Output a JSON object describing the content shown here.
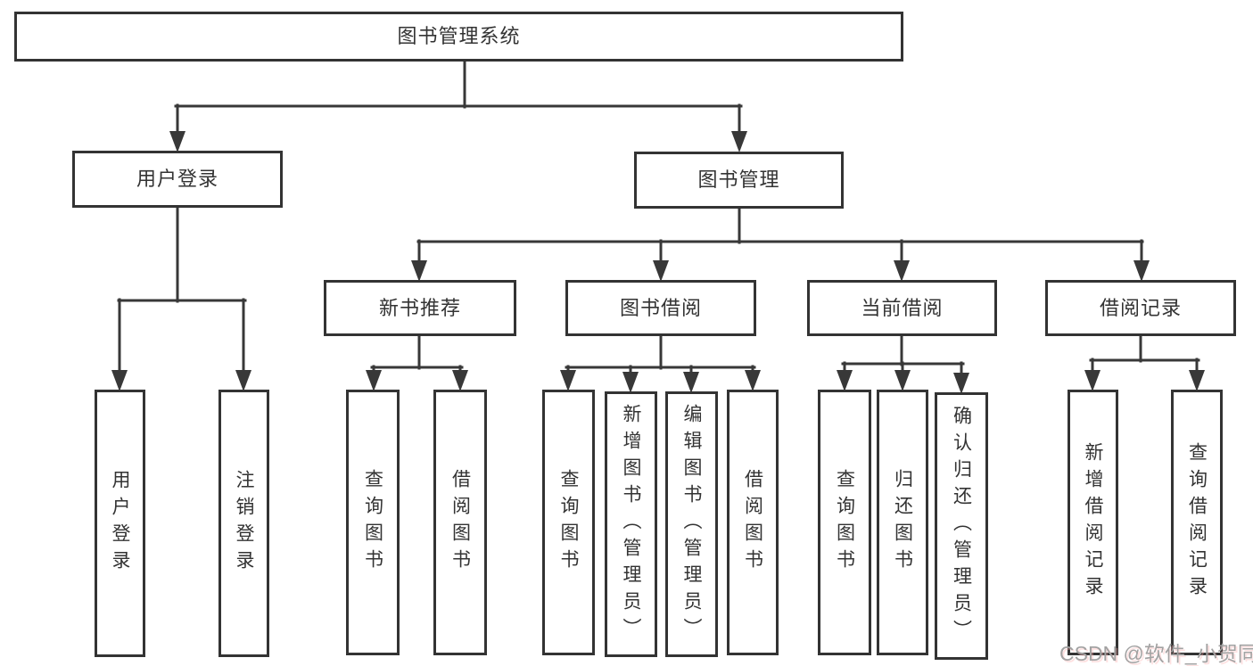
{
  "diagram": {
    "root": "图书管理系统",
    "branches": {
      "user_login": {
        "label": "用户登录",
        "children": [
          "用户登录",
          "注销登录"
        ]
      },
      "book_manage": {
        "label": "图书管理",
        "sections": {
          "new_book": {
            "label": "新书推荐",
            "children": [
              "查询图书",
              "借阅图书"
            ]
          },
          "book_borrow": {
            "label": "图书借阅",
            "children": [
              "查询图书",
              "新增图书（管理员）",
              "编辑图书（管理员）",
              "借阅图书"
            ]
          },
          "current_borrow": {
            "label": "当前借阅",
            "children": [
              "查询图书",
              "归还图书",
              "确认归还（管理员）"
            ]
          },
          "borrow_record": {
            "label": "借阅记录",
            "children": [
              "新增借阅记录",
              "查询借阅记录"
            ]
          }
        }
      }
    }
  },
  "watermark": "CSDN @软件_小贺同学",
  "colors": {
    "line": "#383838",
    "box_border": "#333333",
    "text": "#333333",
    "background": "#ffffff",
    "watermark": "#a2a2a2"
  }
}
